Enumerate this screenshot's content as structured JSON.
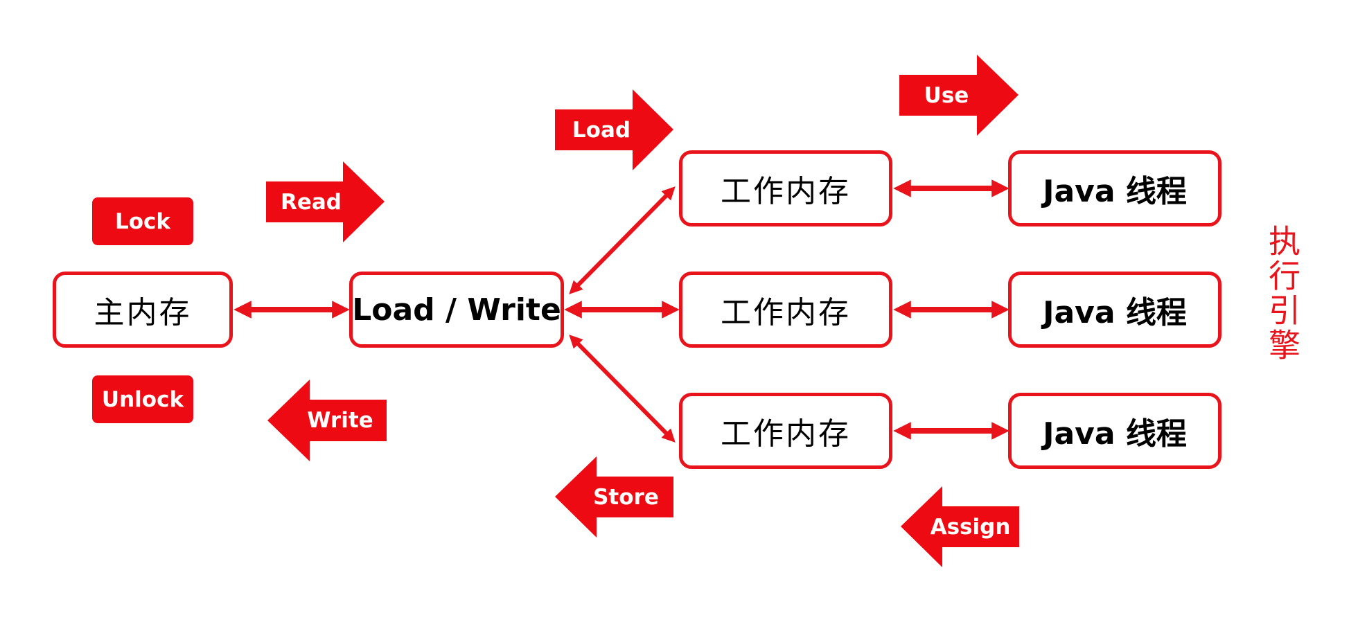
{
  "nodes": {
    "main_memory": "主内存",
    "load_write": "Load / Write",
    "work_memory_1": "工作内存",
    "work_memory_2": "工作内存",
    "work_memory_3": "工作内存",
    "java_thread_1": "Java 线程",
    "java_thread_2": "Java 线程",
    "java_thread_3": "Java 线程"
  },
  "tags": {
    "lock": "Lock",
    "unlock": "Unlock"
  },
  "operations": {
    "read": "Read",
    "write": "Write",
    "load": "Load",
    "store": "Store",
    "use": "Use",
    "assign": "Assign"
  },
  "side_label": "执行引擎",
  "colors": {
    "accent": "#e8131b",
    "fill": "#ee0a12",
    "text": "#000000",
    "label_text": "#ffffff"
  }
}
